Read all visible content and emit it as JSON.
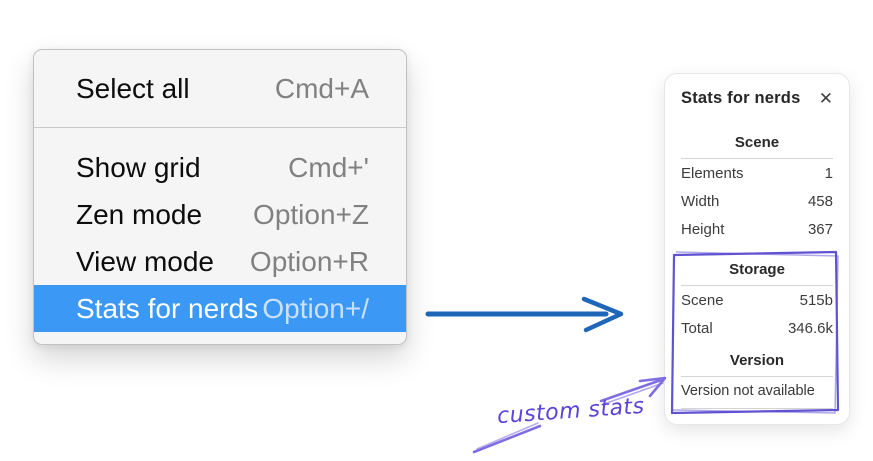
{
  "context_menu": {
    "items": [
      {
        "label": "Select all",
        "shortcut": "Cmd+A",
        "highlighted": false
      },
      {
        "label": "Show grid",
        "shortcut": "Cmd+'",
        "highlighted": false
      },
      {
        "label": "Zen mode",
        "shortcut": "Option+Z",
        "highlighted": false
      },
      {
        "label": "View mode",
        "shortcut": "Option+R",
        "highlighted": false
      },
      {
        "label": "Stats for nerds",
        "shortcut": "Option+/",
        "highlighted": true
      }
    ],
    "highlight_color": "#3b99f5"
  },
  "stats_panel": {
    "title": "Stats for nerds",
    "close_icon": "✕",
    "sections": {
      "scene": {
        "heading": "Scene",
        "rows": [
          {
            "label": "Elements",
            "value": "1"
          },
          {
            "label": "Width",
            "value": "458"
          },
          {
            "label": "Height",
            "value": "367"
          }
        ]
      },
      "storage": {
        "heading": "Storage",
        "rows": [
          {
            "label": "Scene",
            "value": "515b"
          },
          {
            "label": "Total",
            "value": "346.6k"
          }
        ]
      },
      "version": {
        "heading": "Version",
        "note": "Version not available"
      }
    }
  },
  "annotations": {
    "custom_stats_label": "custom stats",
    "pointer_arrow_color": "#1d66b8",
    "highlight_box_color": "#6053d2",
    "annotation_arrow_color": "#7e6ee2",
    "handwriting_color": "#5a43d6"
  }
}
